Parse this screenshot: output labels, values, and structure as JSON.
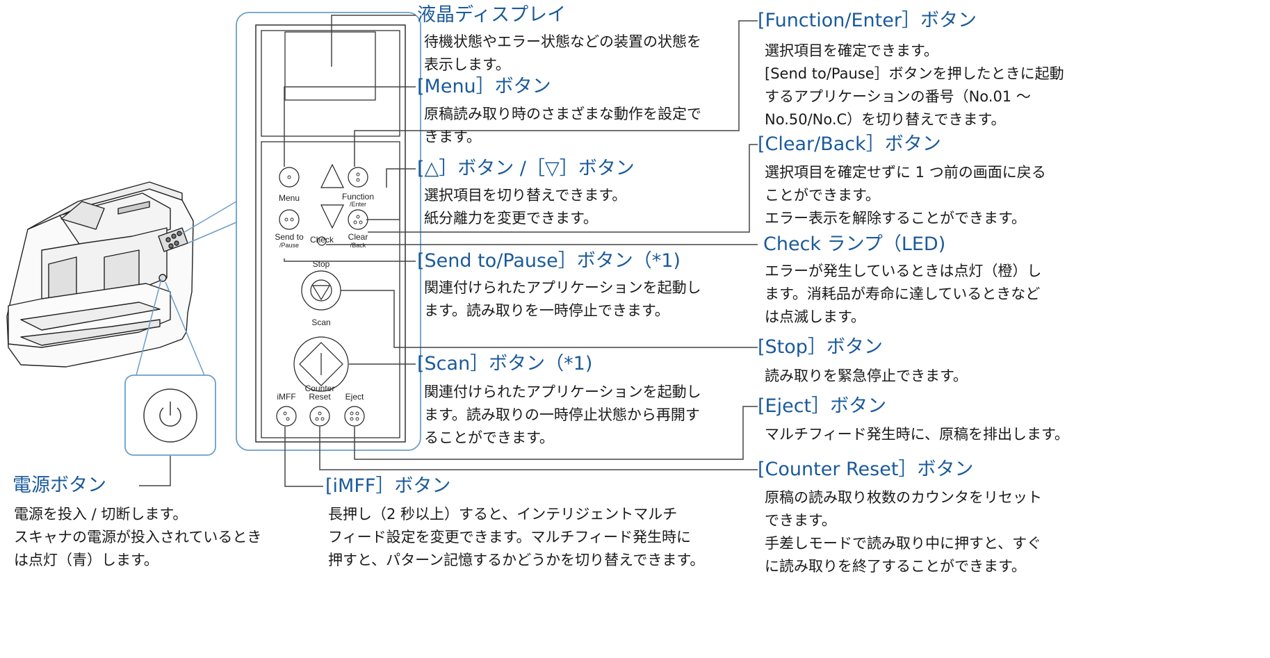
{
  "callouts": {
    "lcd": {
      "title": "液晶ディスプレイ",
      "lines": [
        "待機状態やエラー状態などの装置の状態を",
        "表示します。"
      ]
    },
    "menu": {
      "title": "[Menu］ボタン",
      "lines": [
        "原稿読み取り時のさまざまな動作を設定で",
        "きます。"
      ]
    },
    "arrows": {
      "title": "[△］ボタン /［▽］ボタン",
      "lines": [
        "選択項目を切り替えできます。",
        "紙分離力を変更できます。"
      ]
    },
    "send": {
      "title": "[Send to/Pause］ボタン（*1)",
      "lines": [
        "関連付けられたアプリケーションを起動し",
        "ます。読み取りを一時停止できます。"
      ]
    },
    "scan": {
      "title": "[Scan］ボタン（*1)",
      "lines": [
        "関連付けられたアプリケーションを起動し",
        "ます。読み取りの一時停止状態から再開す",
        "ることができます。"
      ]
    },
    "function": {
      "title": "[Function/Enter］ボタン",
      "lines": [
        "選択項目を確定できます。",
        "[Send to/Pause］ボタンを押したときに起動",
        "するアプリケーションの番号（No.01 〜",
        "No.50/No.C）を切り替えできます。"
      ]
    },
    "clear": {
      "title": "[Clear/Back］ボタン",
      "lines": [
        "選択項目を確定せずに 1 つ前の画面に戻る",
        "ことができます。",
        "エラー表示を解除することができます。"
      ]
    },
    "check": {
      "title": "Check ランプ（LED)",
      "lines": [
        "エラーが発生しているときは点灯（橙）し",
        "ます。消耗品が寿命に達しているときなど",
        "は点滅します。"
      ]
    },
    "stop": {
      "title": "[Stop］ボタン",
      "lines": [
        "読み取りを緊急停止できます。"
      ]
    },
    "eject": {
      "title": "[Eject］ボタン",
      "lines": [
        "マルチフィード発生時に、原稿を排出します。"
      ]
    },
    "counter": {
      "title": "[Counter Reset］ボタン",
      "lines": [
        "原稿の読み取り枚数のカウンタをリセット",
        "できます。",
        "手差しモードで読み取り中に押すと、すぐ",
        "に読み取りを終了することができます。"
      ]
    },
    "power": {
      "title": "電源ボタン",
      "lines": [
        "電源を投入 / 切断します。",
        "スキャナの電源が投入されているとき",
        "は点灯（青）します。"
      ]
    },
    "imff": {
      "title": "[iMFF］ボタン",
      "lines": [
        "長押し（2 秒以上）すると、インテリジェントマルチ",
        "フィード設定を変更できます。マルチフィード発生時に",
        "押すと、パターン記憶するかどうかを切り替えできます。"
      ]
    }
  },
  "panel": {
    "menu": "Menu",
    "function": "Function",
    "function_sub": "/Enter",
    "send": "Send to",
    "send_sub": "/Pause",
    "check": "Check",
    "clear": "Clear",
    "clear_sub": "/Back",
    "stop": "Stop",
    "scan": "Scan",
    "imff": "iMFF",
    "counter": "Counter",
    "counter_sub": "Reset",
    "eject": "Eject"
  },
  "colors": {
    "heading": "#1a5a9a",
    "text": "#1a1a1a",
    "line": "#555555",
    "panel_border": "#6a9ec8"
  }
}
